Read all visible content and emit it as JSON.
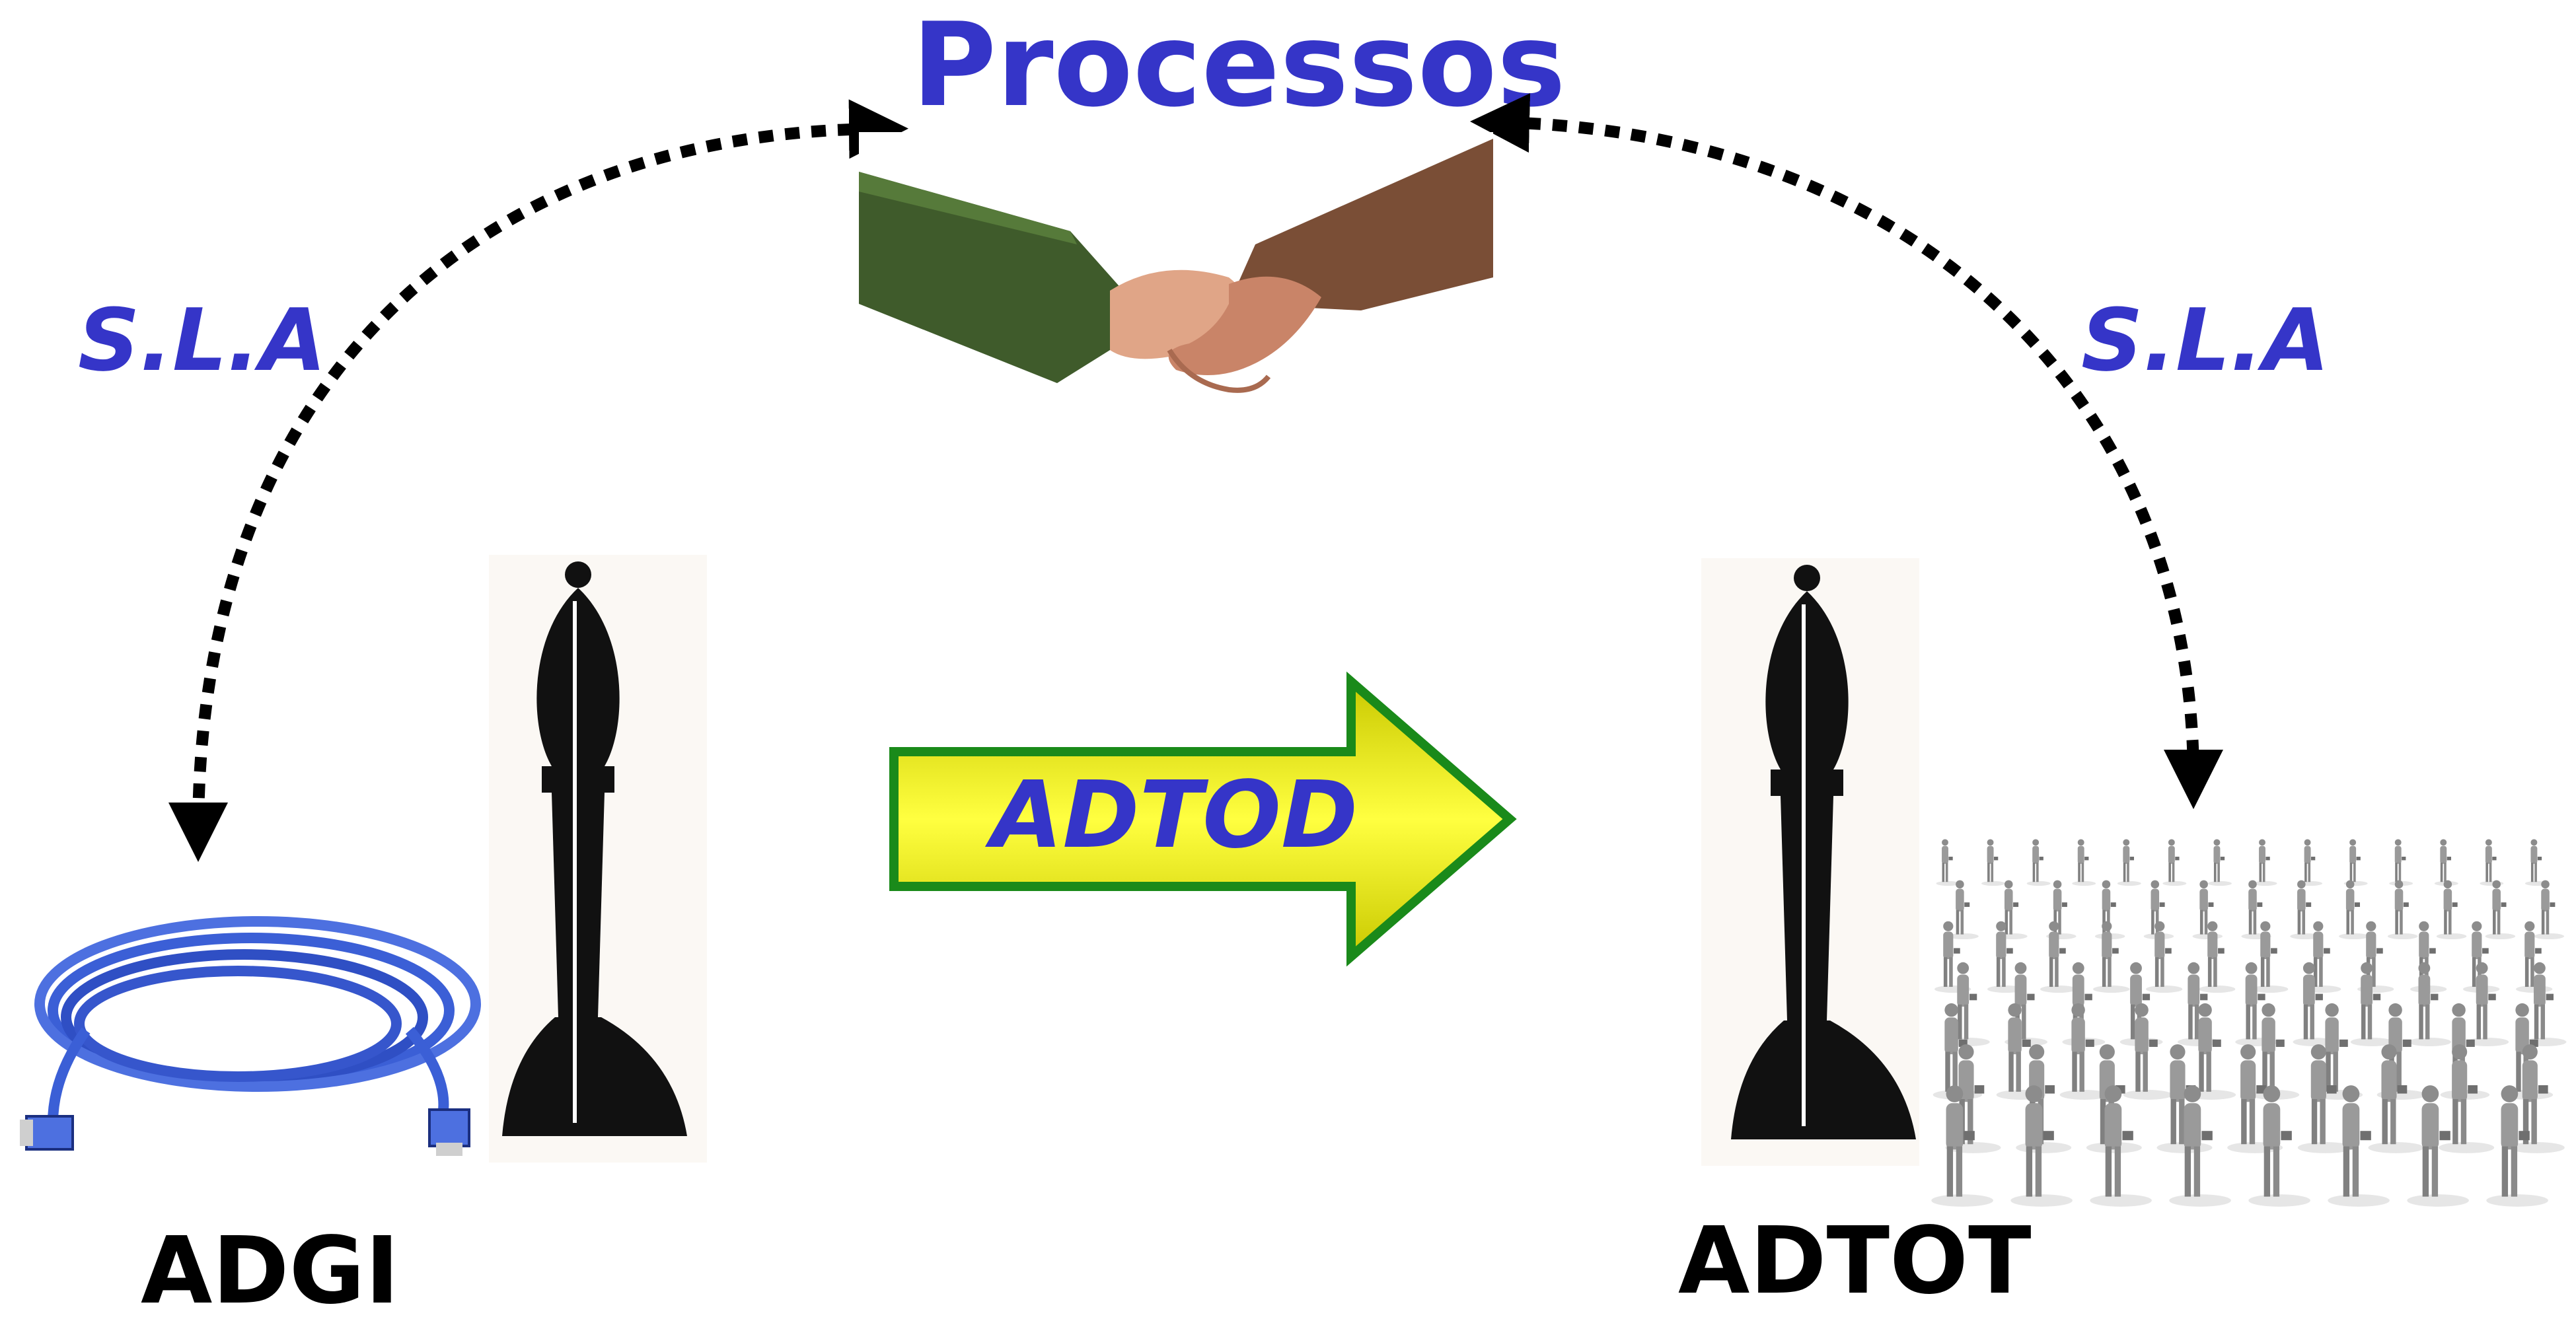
{
  "title": "Processos",
  "sla_left": "S.L.A",
  "sla_right": "S.L.A",
  "arrow_label": "ADTOD",
  "label_left": "ADGI",
  "label_right": "ADTOT",
  "icons": {
    "handshake": "handshake-icon",
    "network_cable": "network-cable-icon",
    "bishop_left": "chess-bishop-icon",
    "bishop_right": "chess-bishop-icon",
    "crowd": "crowd-people-icon"
  },
  "colors": {
    "text_blue": "#3535c8",
    "arrow_fill": "#e6e600",
    "arrow_border": "#1a8a1a",
    "cable_blue": "#3b5fd6"
  }
}
